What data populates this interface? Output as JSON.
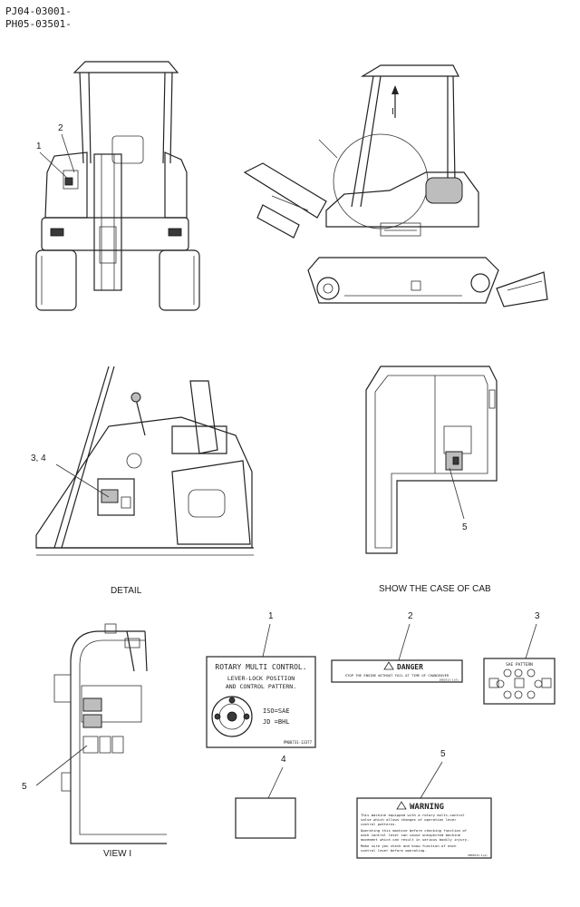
{
  "serials": [
    "PJ04-03001-",
    "PH05-03501-"
  ],
  "captions": {
    "detail": "DETAIL",
    "cab": "SHOW THE CASE OF CAB",
    "view": "VIEW  I",
    "arrow_i": "I"
  },
  "callouts": {
    "c1": "1",
    "c2": "2",
    "c34": "3, 4",
    "c5a": "5",
    "c5b": "5",
    "p1": "1",
    "p2": "2",
    "p3": "3",
    "p4": "4",
    "p5": "5"
  },
  "decals": {
    "d1_title": "ROTARY MULTI CONTROL.",
    "d1_line1": "LEVER-LOCK POSITION",
    "d1_line2": "AND CONTROL PATTERN.",
    "d1_iso": "ISO=SAE",
    "d1_jd": "JD  =BHL",
    "d1_code": "PM00731-13377",
    "d2_head": "DANGER",
    "d2_body": "STOP THE ENGINE WITHOUT FAIL AT TIME OF CHANGEOVER",
    "d2_code": "1083311-1(A)",
    "d3_head": "SAE PATTERN",
    "d5_head": "WARNING",
    "d5_lines": [
      "This machine equipped with a rotary multi-control",
      "valve which allows changes of operation lever",
      "control patterns.",
      "Operating this machine before checking function of",
      "each control lever can cause unexpected machine",
      "movement which can result in serious bodily injury.",
      "Make sure you check and know function of each",
      "control lever before operating."
    ],
    "d5_code": "PM00731-1(A)"
  }
}
